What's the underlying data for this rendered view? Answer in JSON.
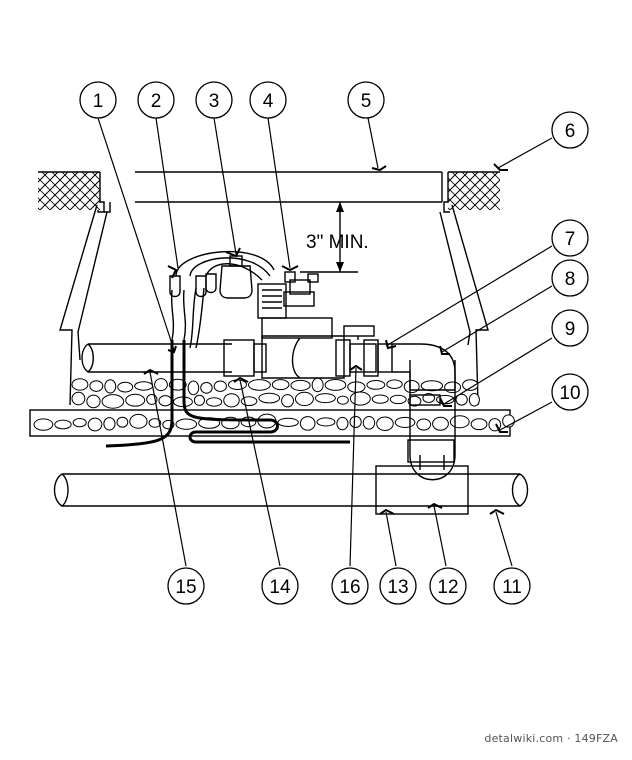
{
  "dimension_label": "3\" MIN.",
  "callouts": {
    "c1": "1",
    "c2": "2",
    "c3": "3",
    "c4": "4",
    "c5": "5",
    "c6": "6",
    "c7": "7",
    "c8": "8",
    "c9": "9",
    "c10": "10",
    "c11": "11",
    "c12": "12",
    "c13": "13",
    "c14": "14",
    "c15": "15",
    "c16": "16"
  },
  "watermark": "detalwiki.com · 149FZA"
}
